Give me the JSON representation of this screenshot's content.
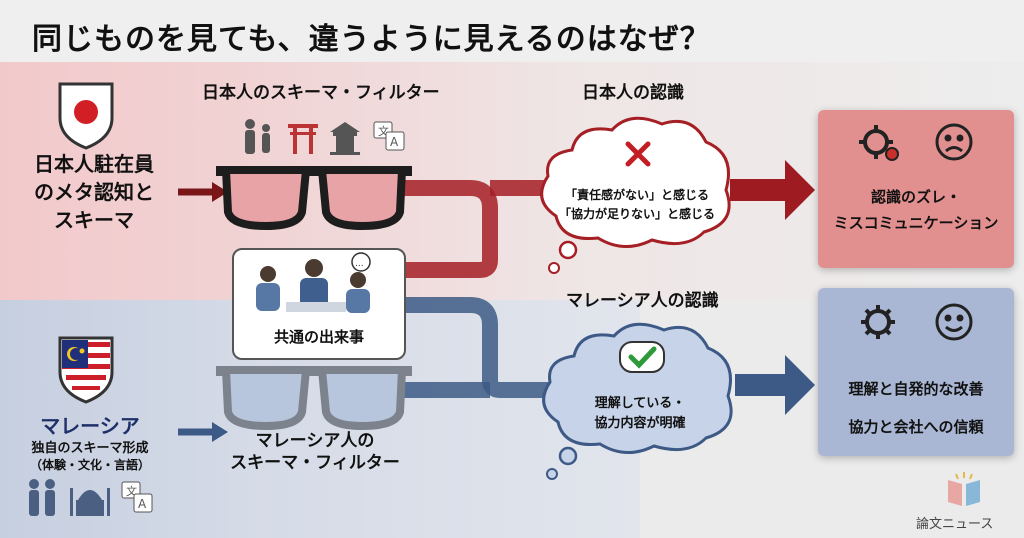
{
  "title": "同じものを見ても、違うように見えるのはなぜ？",
  "japan": {
    "label_lines": [
      "日本人駐在員",
      "のメタ認知と",
      "スキーマ"
    ],
    "filter_title": "日本人のスキーマ・フィルター",
    "perception_title": "日本人の認識",
    "perception_lines": [
      "「責任感がない」と感じる",
      "「協力が足りない」と感じる"
    ],
    "result_lines": [
      "認識のズレ・",
      "ミスコミュニケーション"
    ]
  },
  "malaysia": {
    "label_title": "マレーシア",
    "label_sub": "独自のスキーマ形成",
    "label_detail": "（体験・文化・言語）",
    "filter_title_lines": [
      "マレーシア人の",
      "スキーマ・フィルター"
    ],
    "perception_title": "マレーシア人の認識",
    "perception_lines": [
      "理解している・",
      "協力内容が明確"
    ],
    "result_lines": [
      "理解と自発的な改善",
      "協力と会社への信頼"
    ]
  },
  "common_event": "共通の出来事",
  "brand": "論文ニュース",
  "colors": {
    "red": "#a51f24",
    "blue": "#3d5a86",
    "red_card": "#e1908f",
    "blue_card": "#a9b7d4"
  }
}
